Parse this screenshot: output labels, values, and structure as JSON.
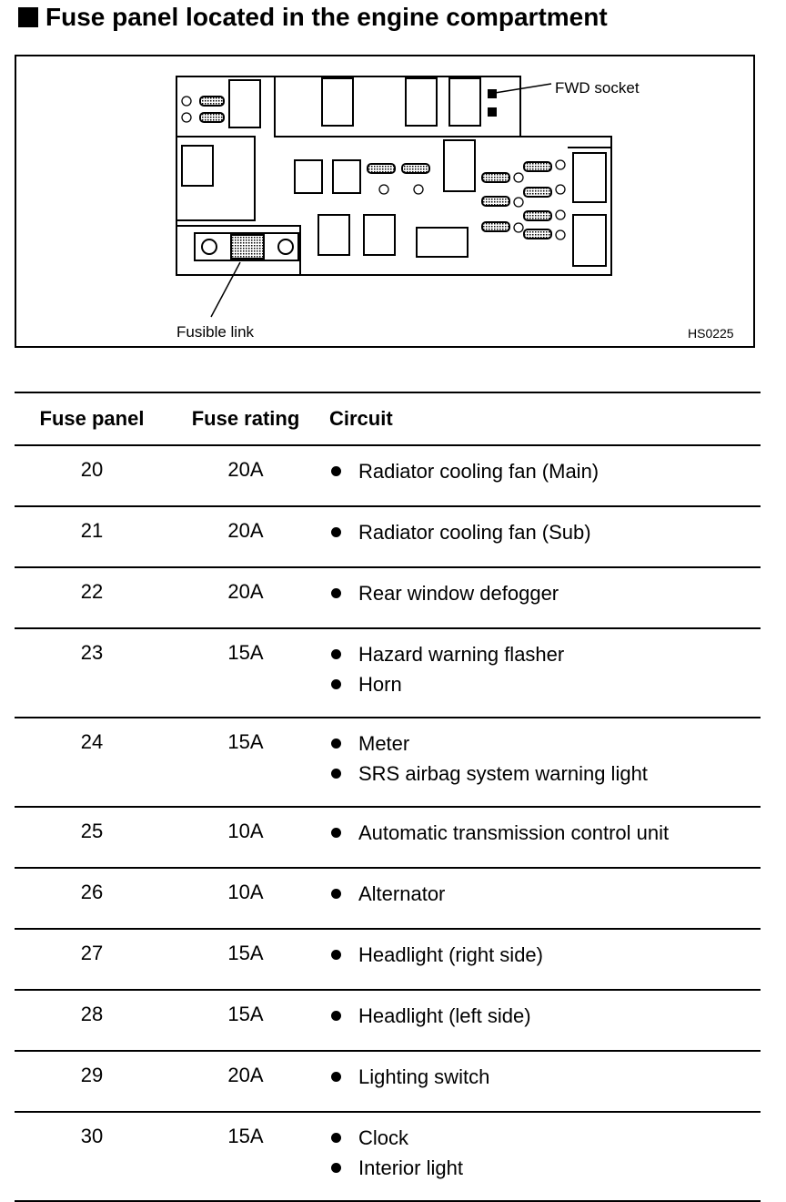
{
  "title": "Fuse panel located in the engine compartment",
  "diagram": {
    "fwd_socket_label": "FWD socket",
    "fusible_link_label": "Fusible link",
    "figure_code": "HS0225"
  },
  "table": {
    "headers": {
      "panel": "Fuse panel",
      "rating": "Fuse rating",
      "circuit": "Circuit"
    },
    "rows": [
      {
        "panel": "20",
        "rating": "20A",
        "circuits": [
          "Radiator cooling fan (Main)"
        ]
      },
      {
        "panel": "21",
        "rating": "20A",
        "circuits": [
          "Radiator cooling fan (Sub)"
        ]
      },
      {
        "panel": "22",
        "rating": "20A",
        "circuits": [
          "Rear window defogger"
        ]
      },
      {
        "panel": "23",
        "rating": "15A",
        "circuits": [
          "Hazard warning flasher",
          "Horn"
        ]
      },
      {
        "panel": "24",
        "rating": "15A",
        "circuits": [
          "Meter",
          "SRS airbag system warning light"
        ]
      },
      {
        "panel": "25",
        "rating": "10A",
        "circuits": [
          "Automatic transmission control unit"
        ]
      },
      {
        "panel": "26",
        "rating": "10A",
        "circuits": [
          "Alternator"
        ]
      },
      {
        "panel": "27",
        "rating": "15A",
        "circuits": [
          "Headlight (right side)"
        ]
      },
      {
        "panel": "28",
        "rating": "15A",
        "circuits": [
          "Headlight (left side)"
        ]
      },
      {
        "panel": "29",
        "rating": "20A",
        "circuits": [
          "Lighting switch"
        ]
      },
      {
        "panel": "30",
        "rating": "15A",
        "circuits": [
          "Clock",
          "Interior light"
        ]
      }
    ]
  }
}
